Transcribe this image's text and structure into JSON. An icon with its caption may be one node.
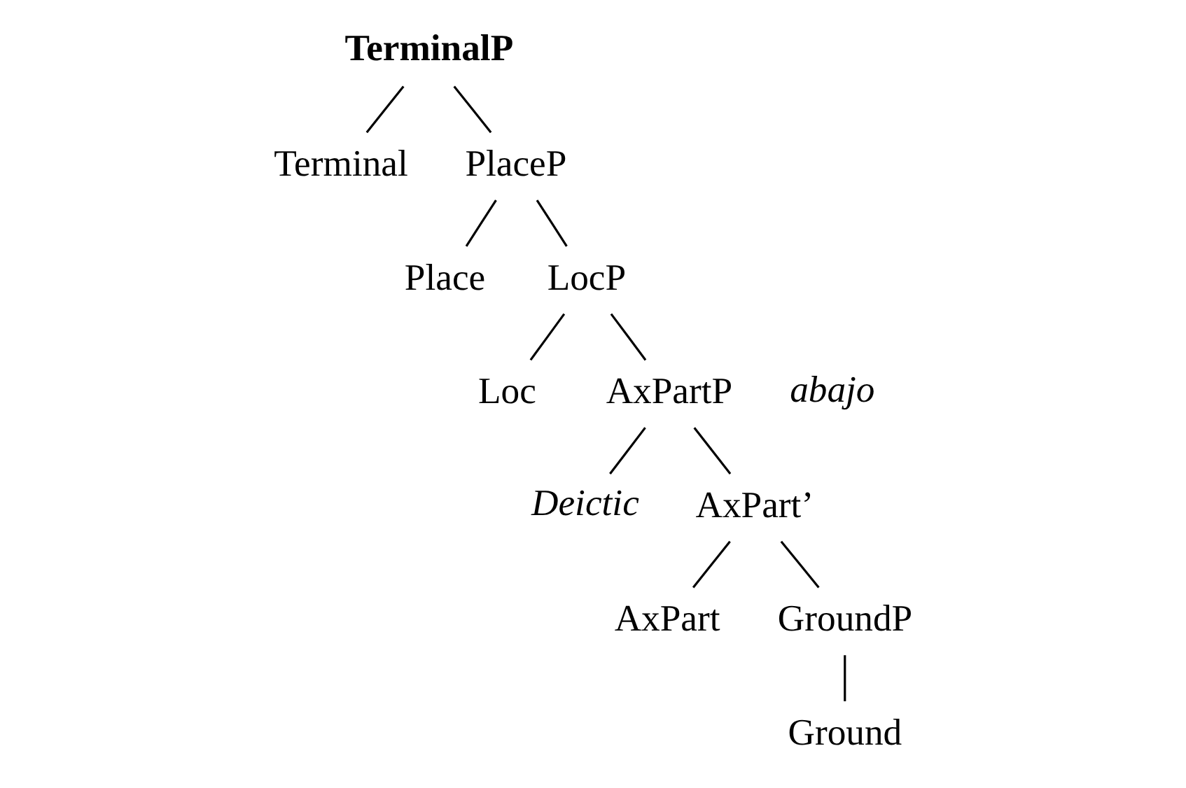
{
  "diagram": {
    "nodes": [
      {
        "text": [
          "TerminalP"
        ]
      },
      {
        "text": [
          "Terminal"
        ]
      },
      {
        "text": [
          "PlaceP"
        ]
      },
      {
        "text": [
          "Place"
        ]
      },
      {
        "text": [
          "LocP"
        ]
      },
      {
        "text": [
          "Loc"
        ]
      },
      {
        "text": [
          "AxPartP"
        ]
      },
      {
        "text": [
          "Deictic"
        ]
      },
      {
        "text": [
          "AxPart’"
        ]
      },
      {
        "text": [
          "AxPart"
        ]
      },
      {
        "text": [
          "GroundP"
        ]
      },
      {
        "text": [
          "Ground"
        ]
      }
    ],
    "edges": [
      {
        "from": 0,
        "to": 1,
        "arrow": "none"
      },
      {
        "from": 0,
        "to": 2,
        "arrow": "none"
      },
      {
        "from": 2,
        "to": 3,
        "arrow": "none"
      },
      {
        "from": 2,
        "to": 4,
        "arrow": "none"
      },
      {
        "from": 4,
        "to": 5,
        "arrow": "none"
      },
      {
        "from": 4,
        "to": 6,
        "arrow": "none"
      },
      {
        "from": 6,
        "to": 7,
        "arrow": "none"
      },
      {
        "from": 6,
        "to": 8,
        "arrow": "none"
      },
      {
        "from": 8,
        "to": 9,
        "arrow": "none"
      },
      {
        "from": 8,
        "to": 10,
        "arrow": "none"
      },
      {
        "from": 10,
        "to": 11,
        "arrow": "none"
      }
    ],
    "labels": [
      "abajo"
    ]
  }
}
